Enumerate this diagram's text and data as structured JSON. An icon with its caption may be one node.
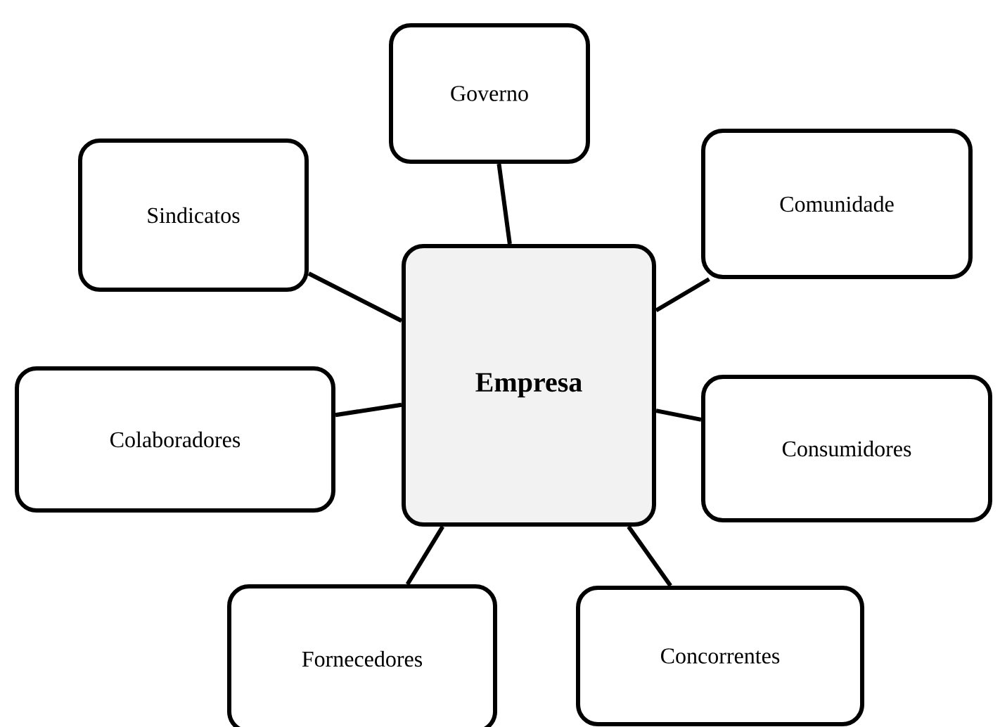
{
  "diagram": {
    "nodes": [
      {
        "text": [
          "Governo"
        ]
      },
      {
        "text": [
          "Sindicatos"
        ]
      },
      {
        "text": [
          "Comunidade"
        ]
      },
      {
        "text": [
          "Empresa"
        ]
      },
      {
        "text": [
          "Colaboradores"
        ]
      },
      {
        "text": [
          "Consumidores"
        ]
      },
      {
        "text": [
          "Fornecedores"
        ]
      },
      {
        "text": [
          "Concorrentes"
        ]
      }
    ],
    "edges": [
      {
        "from": 3,
        "to": 0,
        "arrow": "none"
      },
      {
        "from": 3,
        "to": 1,
        "arrow": "none"
      },
      {
        "from": 3,
        "to": 2,
        "arrow": "none"
      },
      {
        "from": 3,
        "to": 4,
        "arrow": "none"
      },
      {
        "from": 3,
        "to": 5,
        "arrow": "none"
      },
      {
        "from": 3,
        "to": 6,
        "arrow": "none"
      },
      {
        "from": 3,
        "to": 7,
        "arrow": "none"
      }
    ]
  }
}
